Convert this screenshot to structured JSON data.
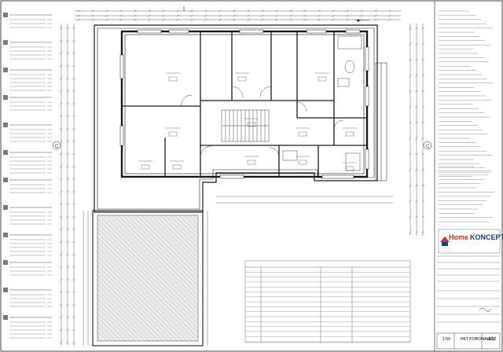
{
  "title_block": {
    "logo_part1": "Home",
    "logo_part2": "KONCEPT",
    "scale": "1:50",
    "project_code": "HKT POBOWAŁEN",
    "sheet_number": "A1.2"
  },
  "colors": {
    "line": "#1a1a1a",
    "hatch": "#555555",
    "logo_red": "#c0392b",
    "logo_blue": "#1f3f7a",
    "legend_swatch": "#7a7a7a"
  }
}
